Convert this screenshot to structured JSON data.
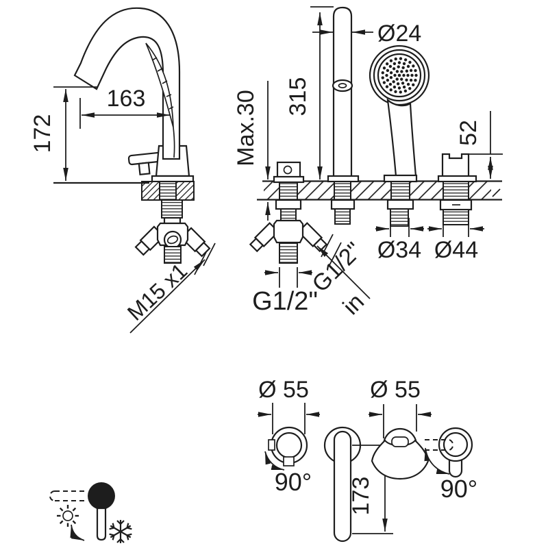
{
  "title": "bath-mixer-technical-drawing",
  "colors": {
    "ink": "#1d1d1d",
    "background": "#ffffff"
  },
  "side_view": {
    "reach": "163",
    "height": "172",
    "thread": "M15 x1"
  },
  "installation": {
    "pillar_diameter": "Ø24",
    "pillar_height": "315",
    "deck_thickness": "Max.30",
    "handle_height": "52",
    "shower_hole": "Ø34",
    "handle_hole": "Ø44",
    "outlet_thread": "G1/2\"",
    "inlet_thread": "G1/2\"",
    "inlet_suffix": "in"
  },
  "top_view": {
    "handle_escutcheon": "Ø 55",
    "shower_escutcheon": "Ø 55",
    "handle_swivel": "90°",
    "shower_swivel": "90°",
    "spout_reach": "173"
  },
  "legend": {
    "hot_icon": "sun",
    "cold_icon": "snowflake"
  }
}
